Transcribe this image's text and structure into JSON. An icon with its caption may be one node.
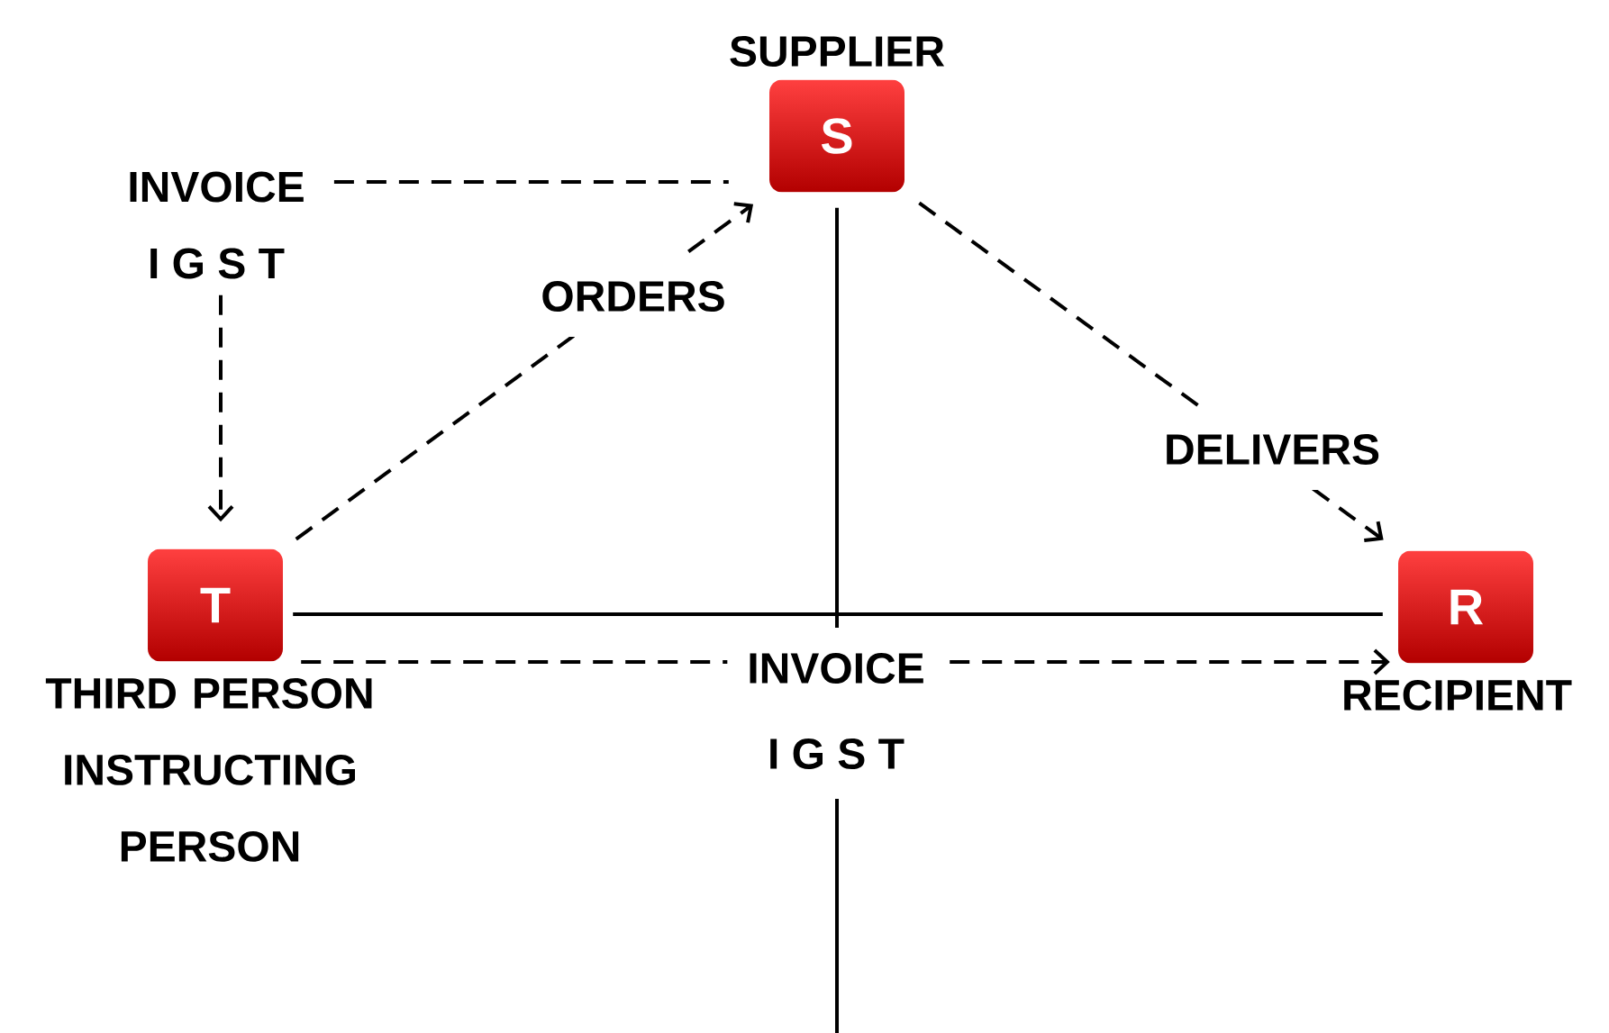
{
  "diagram": {
    "nodes": [
      {
        "text": [
          "S"
        ],
        "beside": [
          "SUPPLIER"
        ]
      },
      {
        "text": [
          "T"
        ],
        "beside": [
          "THIRD PERSON INSTRUCTING PERSON"
        ]
      },
      {
        "text": [
          "R"
        ],
        "beside": [
          "RECIPIENT"
        ]
      },
      {
        "text": [
          "INVOICE",
          "I G S T"
        ]
      }
    ],
    "edges": [
      {
        "from": 3,
        "to": 0,
        "arrow": "none",
        "style": "dashed"
      },
      {
        "from": 3,
        "to": 1,
        "arrow": "to",
        "style": "dashed"
      },
      {
        "from": 1,
        "to": 0,
        "arrow": "to",
        "label": "ORDERS",
        "style": "dashed"
      },
      {
        "from": 0,
        "to": 2,
        "arrow": "to",
        "label": "DELIVERS",
        "style": "dashed"
      },
      {
        "from": 1,
        "to": 2,
        "arrow": "none"
      },
      {
        "from": 1,
        "to": 2,
        "arrow": "to",
        "label": "INVOICE",
        "style": "dashed"
      },
      {
        "from": 0,
        "to": null,
        "arrow": "none"
      }
    ],
    "labels": [
      "I G S T"
    ]
  }
}
